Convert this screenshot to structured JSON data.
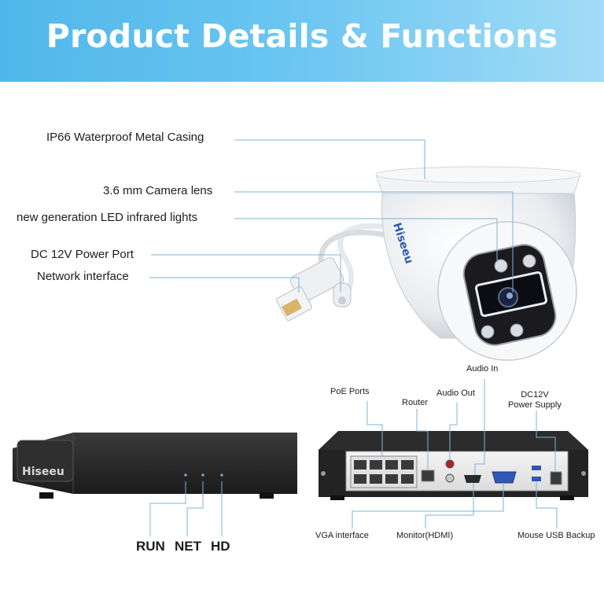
{
  "header": {
    "title": "Product Details & Functions"
  },
  "camera": {
    "brand": "Hiseeu",
    "labels": {
      "casing": "IP66 Waterproof Metal Casing",
      "lens": "3.6 mm Camera lens",
      "ir": "new generation LED infrared lights",
      "power": "DC 12V Power Port",
      "network": "Network interface"
    }
  },
  "nvr_front": {
    "brand": "Hiseeu",
    "indicators": [
      "RUN",
      "NET",
      "HD"
    ]
  },
  "nvr_rear": {
    "labels": {
      "audio_in": "Audio In",
      "poe": "PoE Ports",
      "audio_out": "Audio Out",
      "router": "Router",
      "dc12v": "DC12V\nPower Supply",
      "vga": "VGA interface",
      "hdmi": "Monitor(HDMI)",
      "usb": "Mouse USB Backup"
    }
  },
  "colors": {
    "banner": "#5bbdee",
    "nvr_body": "#2a2a2a",
    "leader_line": "#7ab4d8"
  }
}
